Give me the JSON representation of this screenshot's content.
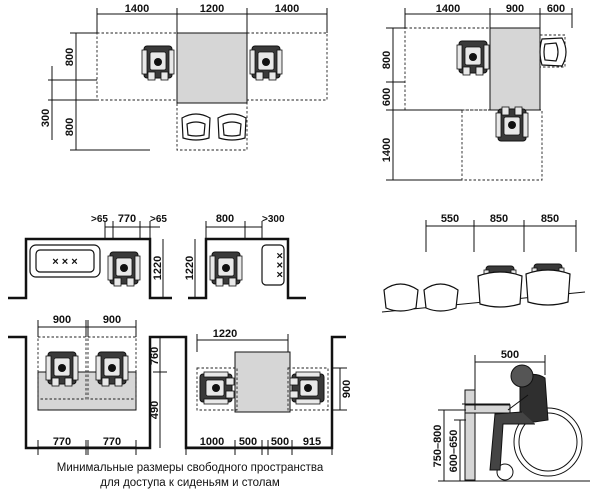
{
  "caption": {
    "line1": "Минимальные размеры свободного пространства",
    "line2": "для доступа к сиденьям и столам"
  },
  "dims": {
    "a_1400_left": "1400",
    "a_1200": "1200",
    "a_1400_right": "1400",
    "a_800_top": "800",
    "a_300": "300",
    "a_800_bottom": "800",
    "b_1400": "1400",
    "b_900": "900",
    "b_600_top": "600",
    "b_800": "800",
    "b_600_side": "600",
    "b_1400_side": "1400",
    "c_65_left": ">65",
    "c_770": "770",
    "c_65_right": ">65",
    "c_1220": "1220",
    "d_800": "800",
    "d_300": ">300",
    "d_1220": "1220",
    "e_550": "550",
    "e_850_a": "850",
    "e_850_b": "850",
    "f_900_a": "900",
    "f_900_b": "900",
    "f_760": "760",
    "f_490": "490",
    "f_770_a": "770",
    "f_770_b": "770",
    "g_1220": "1220",
    "g_900": "900",
    "g_1000": "1000",
    "g_500_a": "500",
    "g_500_b": "500",
    "g_915": "915",
    "h_500": "500",
    "h_750_800": "750–800",
    "h_600_650": "600–650"
  }
}
